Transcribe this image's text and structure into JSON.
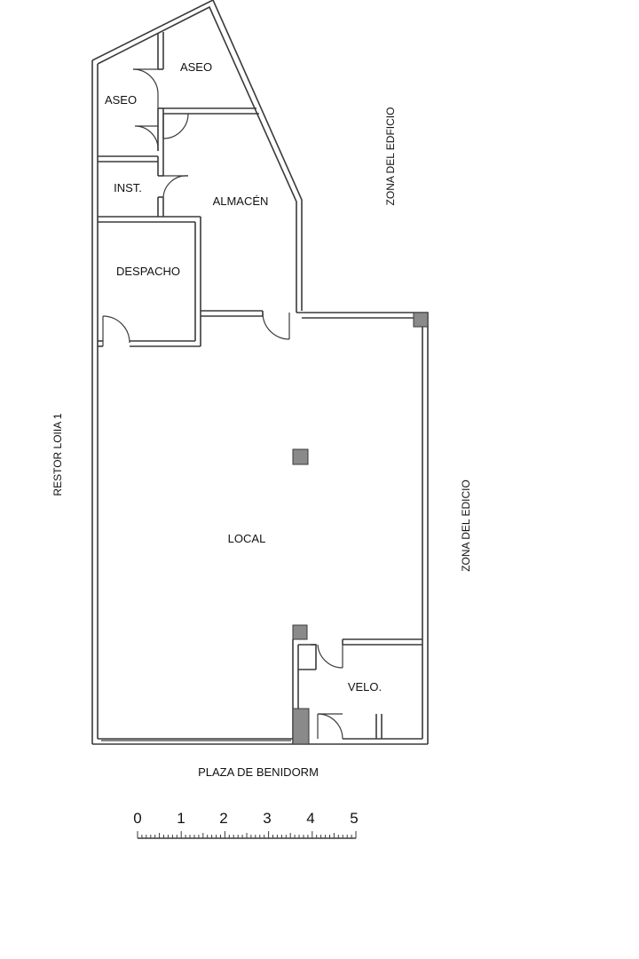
{
  "rooms": {
    "aseo_upper": "ASEO",
    "aseo_lower": "ASEO",
    "inst": "INST.",
    "almacen": "ALMACÉN",
    "despacho": "DESPACHO",
    "local": "LOCAL",
    "velo": "VELO."
  },
  "surroundings": {
    "left": "RESTOR LOIIA 1",
    "top_right": "ZONA  DEL EDFICIO",
    "right": "ZONA  DEL EDICIO",
    "bottom": "PLAZA DE BENIDORM"
  },
  "scale": {
    "numbers": [
      "0",
      "1",
      "2",
      "3",
      "4",
      "5"
    ]
  }
}
